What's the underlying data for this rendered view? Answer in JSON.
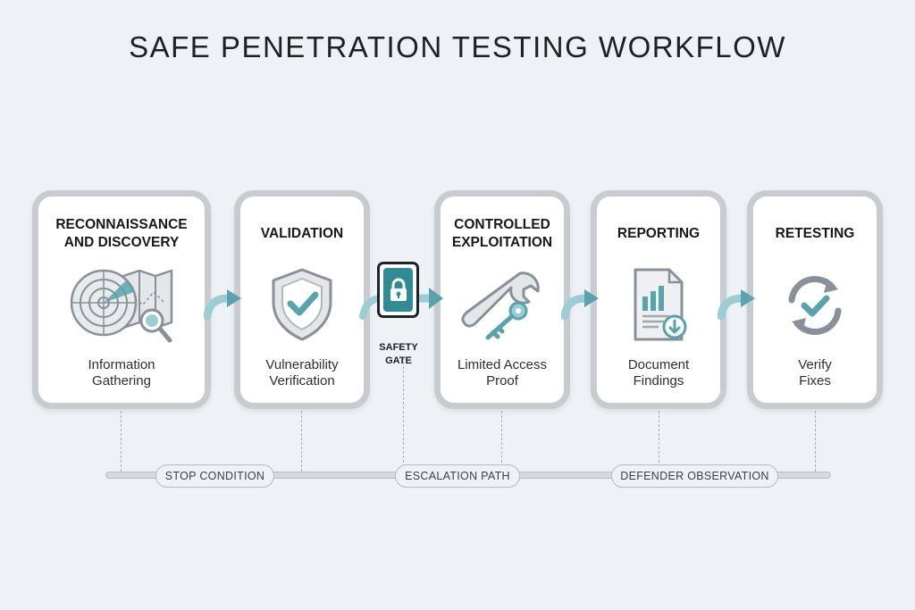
{
  "title": "SAFE PENETRATION TESTING WORKFLOW",
  "steps": [
    {
      "title": "RECONNAISSANCE\nAND DISCOVERY",
      "description": "Information\nGathering",
      "icon": "radar-map-magnifier-icon"
    },
    {
      "title": "VALIDATION",
      "description": "Vulnerability\nVerification",
      "icon": "shield-check-icon"
    },
    {
      "title": "CONTROLLED\nEXPLOITATION",
      "description": "Limited Access\nProof",
      "icon": "wrench-key-icon"
    },
    {
      "title": "REPORTING",
      "description": "Document\nFindings",
      "icon": "report-document-icon"
    },
    {
      "title": "RETESTING",
      "description": "Verify\nFixes",
      "icon": "refresh-check-icon"
    }
  ],
  "safety_gate": {
    "label": "SAFETY\nGATE",
    "icon": "padlock-icon"
  },
  "timeline": {
    "markers": [
      "STOP CONDITION",
      "ESCALATION PATH",
      "DEFENDER OBSERVATION"
    ]
  },
  "colors": {
    "accent": "#5aa3ac",
    "accent_light": "#9ccdd2",
    "gate_fill": "#2f8c95",
    "card_border": "#c8ccd1",
    "icon_gray": "#8a9098",
    "background": "#eef1f5"
  }
}
